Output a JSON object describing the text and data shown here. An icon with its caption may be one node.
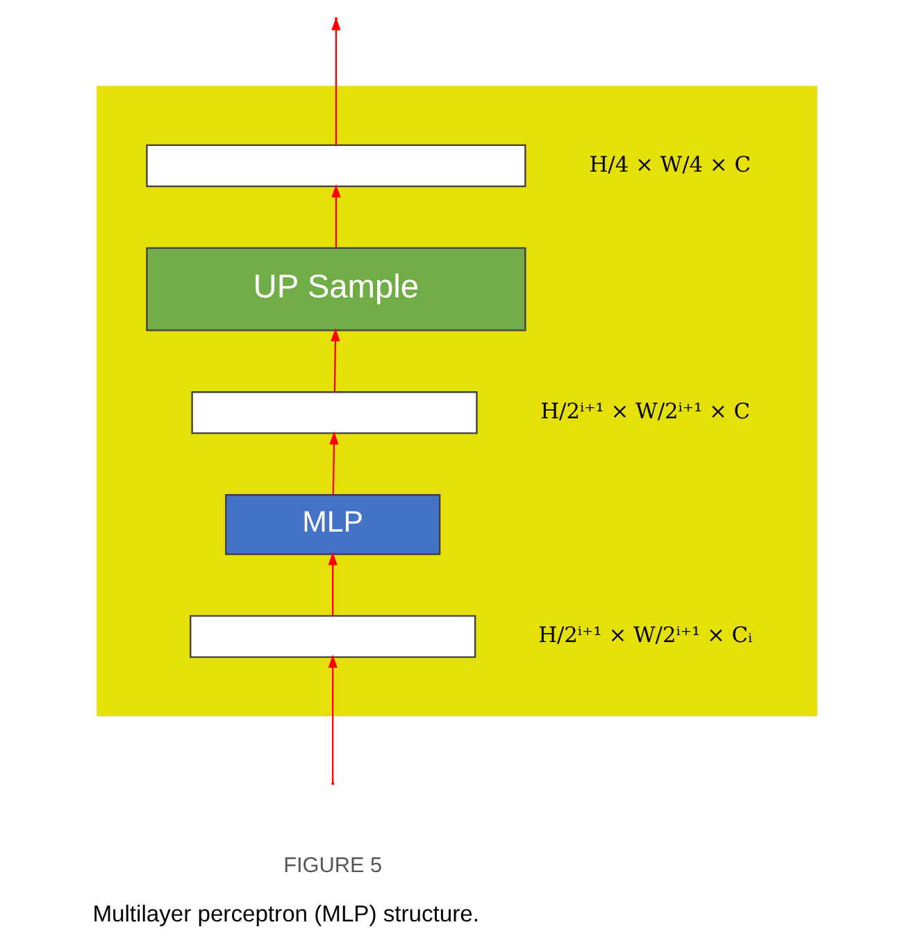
{
  "diagram": {
    "caption": "Multilayer perceptron (MLP) structure.",
    "nodes": [
      {
        "text": [],
        "shape": "box"
      },
      {
        "text": [],
        "shape": "box",
        "in": 0,
        "beside": [
          "H/4 × W/4 × C"
        ]
      },
      {
        "text": [
          "UP Sample"
        ],
        "in": 0
      },
      {
        "text": [],
        "shape": "box",
        "in": 0,
        "beside": [
          "H/2ⁱ⁺¹ × W/2ⁱ⁺¹ × C"
        ]
      },
      {
        "text": [
          "MLP"
        ],
        "in": 0
      },
      {
        "text": [],
        "shape": "box",
        "in": 0,
        "beside": [
          "H/2ⁱ⁺¹ × W/2ⁱ⁺¹ × Cᵢ"
        ]
      }
    ],
    "edges": [
      {
        "from": null,
        "to": 5,
        "arrow": "to"
      },
      {
        "from": 5,
        "to": 4,
        "arrow": "to"
      },
      {
        "from": 4,
        "to": 3,
        "arrow": "to"
      },
      {
        "from": 3,
        "to": 2,
        "arrow": "to"
      },
      {
        "from": 2,
        "to": 1,
        "arrow": "to"
      },
      {
        "from": 1,
        "to": null,
        "arrow": "to"
      }
    ],
    "labels": [
      "FIGURE 5"
    ]
  }
}
